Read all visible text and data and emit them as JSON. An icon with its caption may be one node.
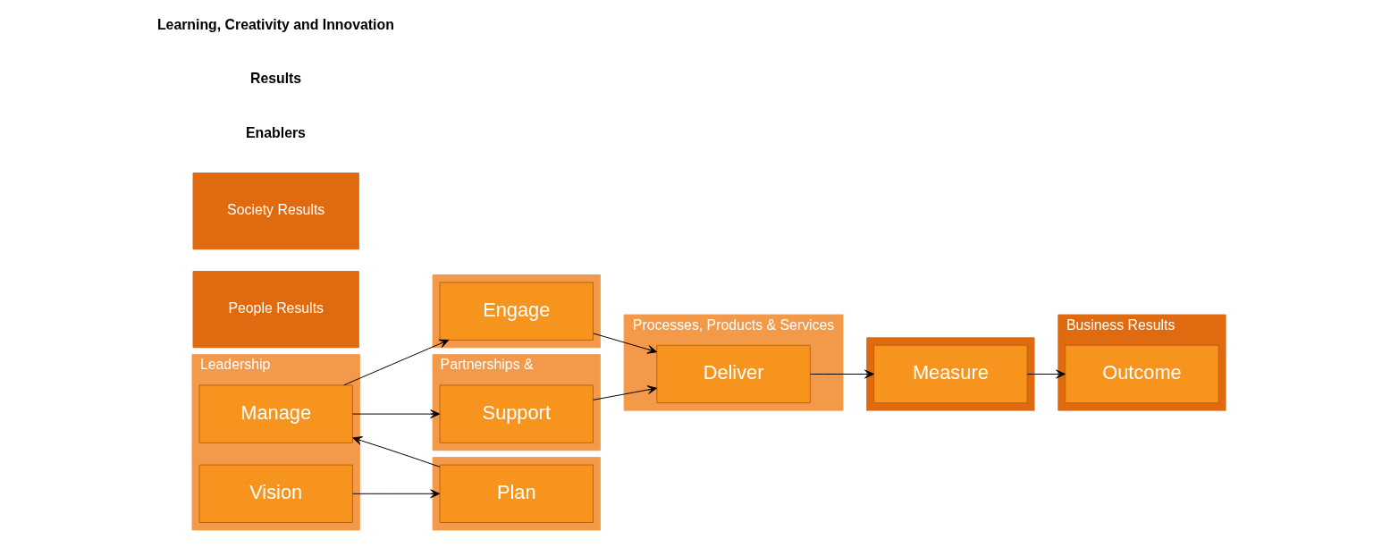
{
  "diagram": {
    "nodes": [
      {
        "text": [
          "Leadership"
        ]
      },
      {
        "text": [],
        "shape": "box"
      },
      {
        "text": [
          "Engage"
        ],
        "in": 1
      },
      {
        "text": [],
        "shape": "box"
      },
      {
        "text": [
          "Plan"
        ],
        "in": 3
      },
      {
        "text": [
          "Partnerships &"
        ]
      },
      {
        "text": [
          "Support"
        ],
        "in": 5
      },
      {
        "text": [
          "Manage"
        ],
        "in": 0
      },
      {
        "text": [
          "Vision"
        ],
        "in": 0
      },
      {
        "text": [
          "Processes, Products & Services"
        ]
      },
      {
        "text": [
          "Deliver"
        ],
        "in": 9
      },
      {
        "text": [
          "People Results"
        ]
      },
      {
        "text": [],
        "shape": "box"
      },
      {
        "text": [
          "Measure"
        ],
        "in": 12
      },
      {
        "text": [
          "Society Results"
        ]
      },
      {
        "text": [
          "Business Results"
        ]
      },
      {
        "text": [
          "Outcome"
        ],
        "in": 15
      }
    ],
    "edges": [
      {
        "from": 7,
        "to": 2,
        "arrow": "to"
      },
      {
        "from": 2,
        "to": 10,
        "arrow": "to"
      },
      {
        "from": 4,
        "to": 7,
        "arrow": "to"
      },
      {
        "from": 8,
        "to": 4,
        "arrow": "to"
      },
      {
        "from": 6,
        "to": 10,
        "arrow": "to"
      },
      {
        "from": 7,
        "to": 6,
        "arrow": "to"
      },
      {
        "from": 10,
        "to": 13,
        "arrow": "to"
      },
      {
        "from": 13,
        "to": 16,
        "arrow": "to"
      }
    ],
    "labels": [
      "Enablers",
      "Results",
      "Learning, Creativity and Innovation"
    ]
  }
}
